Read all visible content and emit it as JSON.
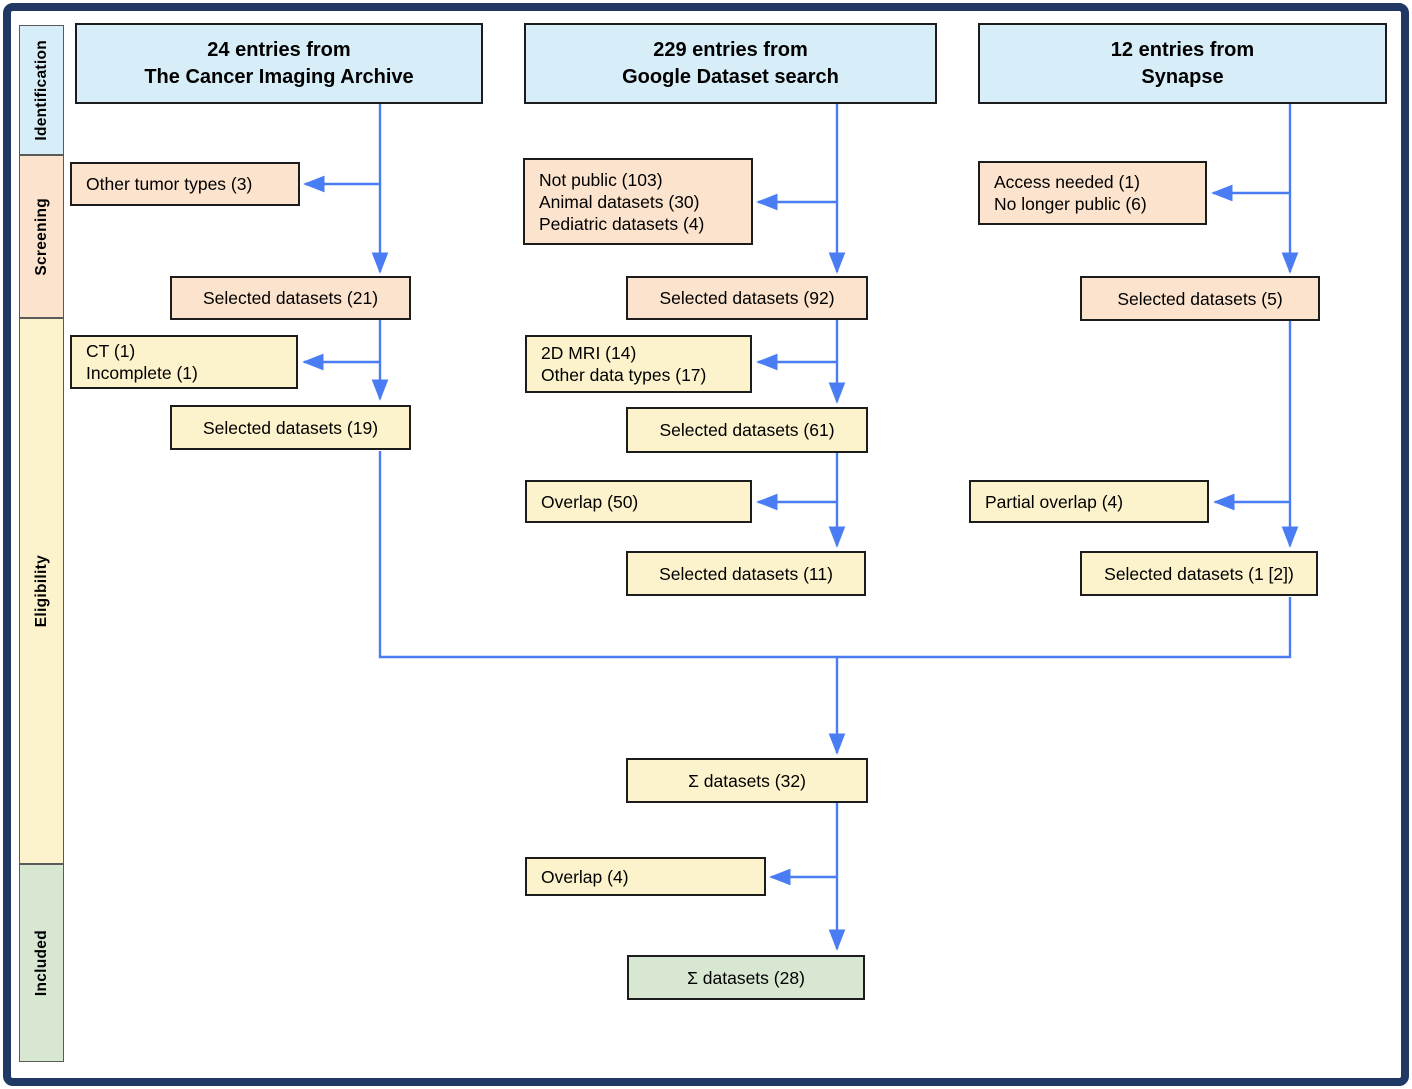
{
  "palette": {
    "outer_border": "#1f3864",
    "arrow": "#4a7df3",
    "box_border": "#1c1c1c",
    "identification_fill": "#d7edf8",
    "screening_fill": "#fbe3cd",
    "eligibility_fill": "#fcf2cb",
    "included_fill": "#d7e7d2",
    "sidebar_border": "#5a5a5a",
    "text": "#000000"
  },
  "sidebar": {
    "phases": [
      {
        "label": "Identification"
      },
      {
        "label": "Screening"
      },
      {
        "label": "Eligibility"
      },
      {
        "label": "Included"
      }
    ]
  },
  "nodes": {
    "tcia_header": {
      "lines": [
        "24 entries from",
        "The Cancer Imaging Archive"
      ]
    },
    "gds_header": {
      "lines": [
        "229 entries from",
        "Google Dataset search"
      ]
    },
    "syn_header": {
      "lines": [
        "12 entries from",
        "Synapse"
      ]
    },
    "tcia_screen_excluded": {
      "lines": [
        "Other tumor types (3)"
      ]
    },
    "gds_screen_excluded": {
      "lines": [
        "Not public (103)",
        "Animal datasets (30)",
        "Pediatric datasets (4)"
      ]
    },
    "syn_screen_excluded": {
      "lines": [
        "Access needed (1)",
        "No longer public (6)"
      ]
    },
    "tcia_screen_selected": {
      "label": "Selected datasets (21)"
    },
    "gds_screen_selected": {
      "label": "Selected datasets (92)"
    },
    "syn_screen_selected": {
      "label": "Selected datasets (5)"
    },
    "tcia_elig_excluded": {
      "lines": [
        "CT (1)",
        "Incomplete (1)"
      ]
    },
    "tcia_elig_selected": {
      "label": "Selected datasets (19)"
    },
    "gds_elig_excluded": {
      "lines": [
        "2D MRI (14)",
        "Other data types (17)"
      ]
    },
    "gds_elig_selected": {
      "label": "Selected datasets (61)"
    },
    "gds_overlap_excluded": {
      "lines": [
        "Overlap (50)"
      ]
    },
    "gds_overlap_selected": {
      "label": "Selected datasets (11)"
    },
    "syn_overlap_excluded": {
      "lines": [
        "Partial overlap (4)"
      ]
    },
    "syn_overlap_selected": {
      "label": "Selected datasets (1 [2])"
    },
    "merged_total": {
      "label": "Σ datasets (32)"
    },
    "merged_overlap_excluded": {
      "lines": [
        "Overlap (4)"
      ]
    },
    "included_total": {
      "label": "Σ datasets (28)"
    }
  }
}
